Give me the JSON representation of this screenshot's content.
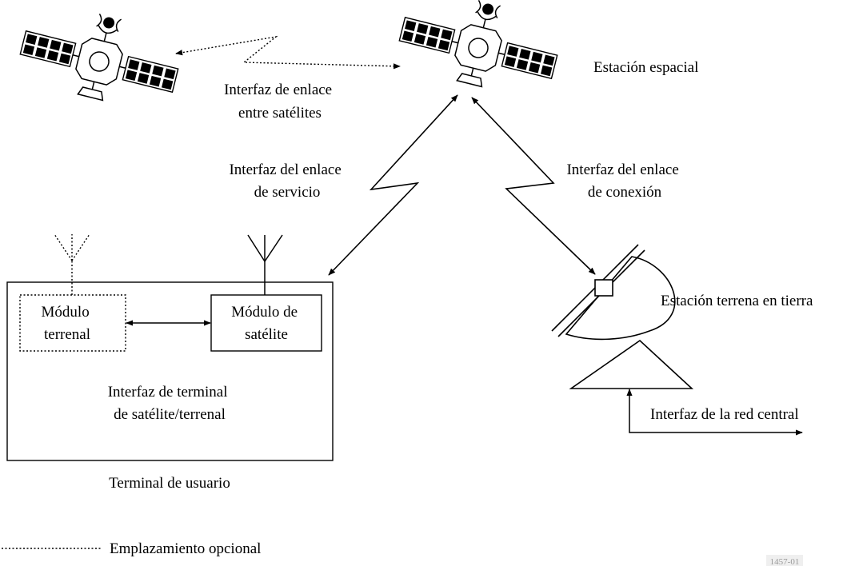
{
  "diagram": {
    "labels": {
      "space_station": "Estación espacial",
      "isl_interface_line1": "Interfaz de enlace",
      "isl_interface_line2": "entre satélites",
      "service_link_line1": "Interfaz del enlace",
      "service_link_line2": "de servicio",
      "feeder_link_line1": "Interfaz del enlace",
      "feeder_link_line2": "de conexión",
      "terrestrial_module_line1": "Módulo",
      "terrestrial_module_line2": "terrenal",
      "satellite_module_line1": "Módulo de",
      "satellite_module_line2": "satélite",
      "terminal_interface_line1": "Interfaz de terminal",
      "terminal_interface_line2": "de satélite/terrenal",
      "user_terminal": "Terminal de usuario",
      "earth_station": "Estación terrena en tierra",
      "core_network": "Interfaz de la red central",
      "legend_optional": "Emplazamiento opcional",
      "figure_code": "1457-01"
    }
  }
}
